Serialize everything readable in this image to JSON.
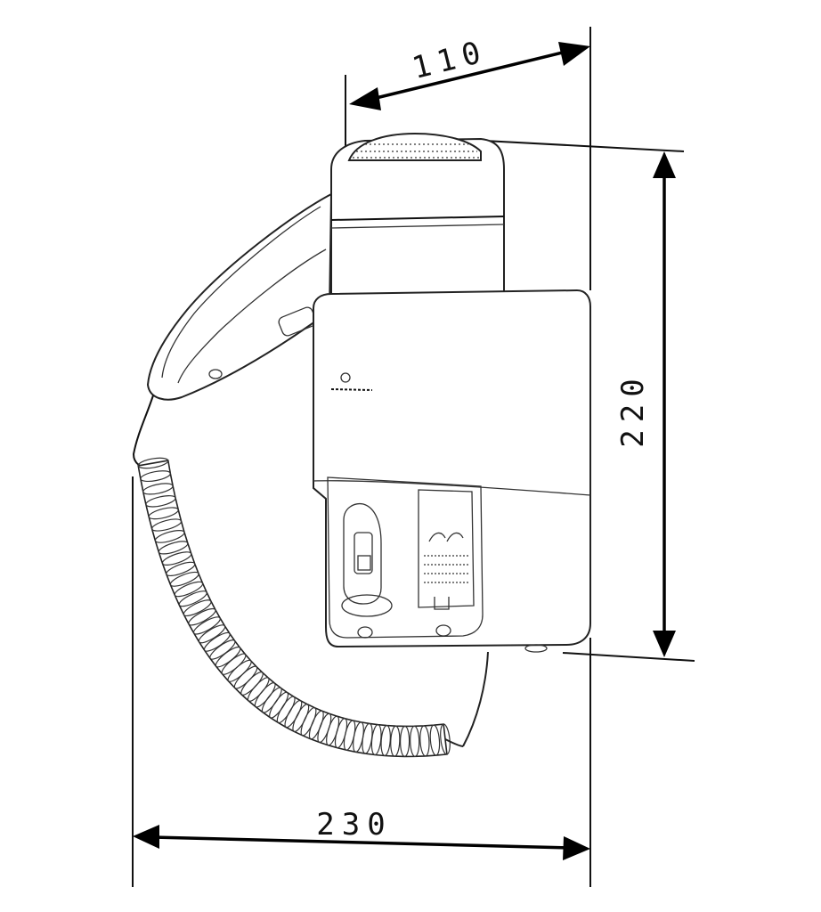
{
  "dimensions": {
    "depth_label": "110",
    "height_label": "220",
    "width_label": "230"
  },
  "colors": {
    "line": "#111111",
    "background": "#ffffff"
  }
}
